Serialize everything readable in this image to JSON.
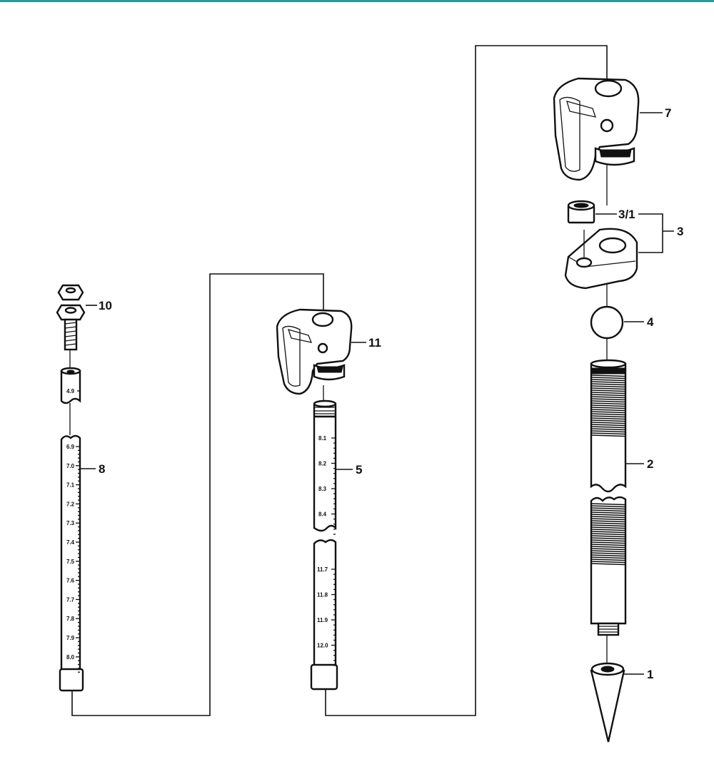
{
  "callouts": {
    "c1": "1",
    "c2": "2",
    "c3": "3",
    "c3_1": "3/1",
    "c4": "4",
    "c5": "5",
    "c7": "7",
    "c8": "8",
    "c10": "10",
    "c11": "11"
  },
  "scales": {
    "part8_short": [
      "4.9"
    ],
    "part8_long": [
      "6.9",
      "7.0",
      "7.1",
      "7.2",
      "7.3",
      "7.4",
      "7.5",
      "7.6",
      "7.7",
      "7.8",
      "7.9",
      "8.0"
    ],
    "part5_upper": [
      "8.1",
      "8.2",
      "8.3",
      "8.4"
    ],
    "part5_lower": [
      "11.7",
      "11.8",
      "11.9",
      "12.0"
    ]
  },
  "colors": {
    "line": "#111111",
    "background": "#ffffff",
    "top_rule": "#2b9a9a"
  }
}
